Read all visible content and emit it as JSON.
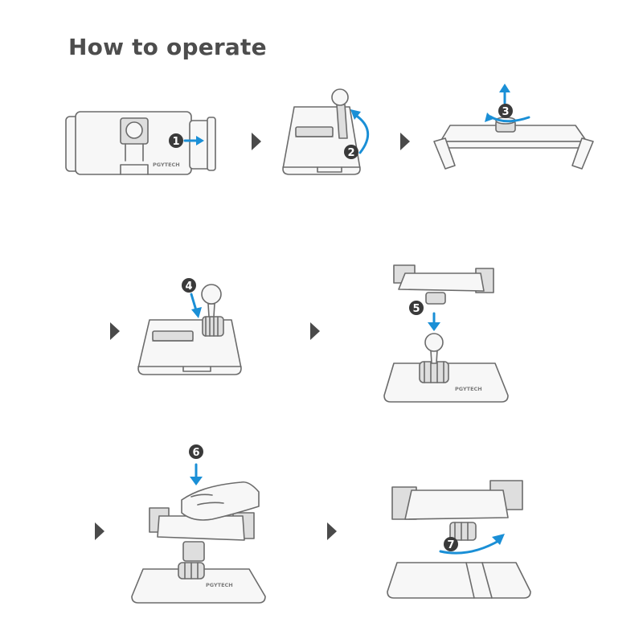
{
  "title": "How to operate",
  "brand_mark": "PGYTECH",
  "steps": [
    {
      "number": "1"
    },
    {
      "number": "2"
    },
    {
      "number": "3"
    },
    {
      "number": "4"
    },
    {
      "number": "5"
    },
    {
      "number": "6"
    },
    {
      "number": "7"
    }
  ],
  "colors": {
    "accent_blue": "#1a8fd6",
    "badge": "#3a3a3a",
    "outline": "#6b6b6b",
    "title": "#4d4d4d"
  },
  "icons": [
    "play-triangle-icon",
    "blue-arrow-icon",
    "rotate-arrow-icon"
  ]
}
